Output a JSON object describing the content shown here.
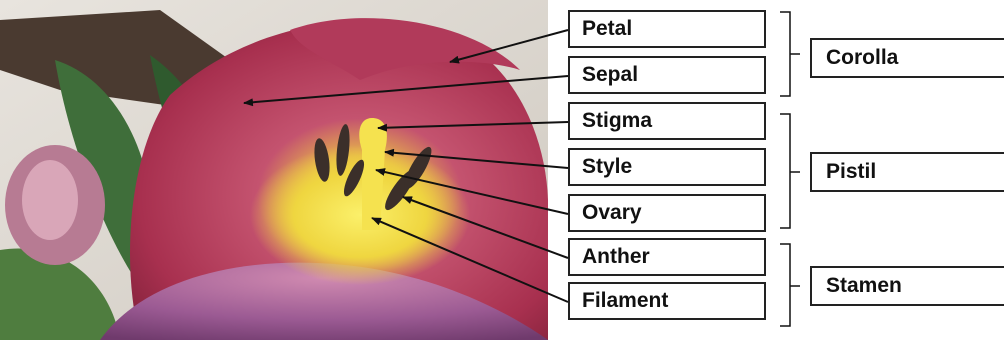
{
  "parts": [
    {
      "label": "Petal"
    },
    {
      "label": "Sepal"
    },
    {
      "label": "Stigma"
    },
    {
      "label": "Style"
    },
    {
      "label": "Ovary"
    },
    {
      "label": "Anther"
    },
    {
      "label": "Filament"
    }
  ],
  "groups": [
    {
      "label": "Corolla"
    },
    {
      "label": "Pistil"
    },
    {
      "label": "Stamen"
    }
  ]
}
